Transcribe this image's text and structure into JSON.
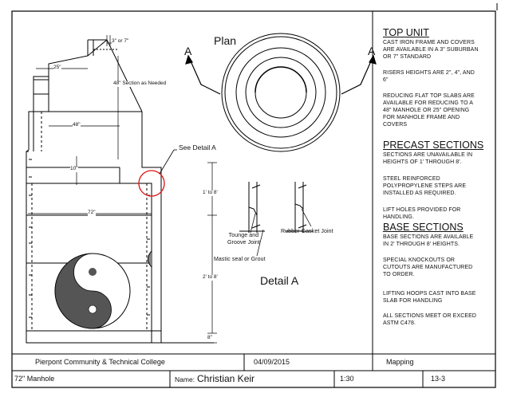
{
  "drawing": {
    "plan_label": "Plan",
    "section_mark_left": "A",
    "section_mark_right": "A",
    "detail_label": "Detail A",
    "see_detail": "See Detail A",
    "dims": {
      "top_offset": "3\" or 7\"",
      "top_width": "25\"",
      "cone_height": "48\" Section as Needed",
      "mid_width": "48\"",
      "riser": "10\"",
      "base_width": "72\"",
      "upper_range": "1' to 8'",
      "lower_range": "2' to 8'",
      "slab": "8\""
    },
    "callouts": {
      "tongue_groove": "Tounge and\nGroove Joint",
      "rubber_gasket": "Rubber Gasket Joint",
      "mastic": "Mastic seal or Grout"
    }
  },
  "notes": {
    "top_unit": {
      "title": "TOP UNIT",
      "n1": "CAST IRON FRAME AND COVERS\nARE AVAILABLE IN A 3\" SUBURBAN\nOR 7\" STANDARD",
      "n2": "RISERS HEIGHTS ARE 2\", 4\", AND\n6\"",
      "n3": "REDUCING FLAT TOP SLABS ARE\nAVAILABLE FOR REDUCING TO A\n48\" MANHOLE OR 25\" OPENING\nFOR MANHOLE FRAME AND\nCOVERS"
    },
    "precast": {
      "title": "PRECAST SECTIONS",
      "n1": "SECTIONS ARE UNAVAILABLE IN\nHEIGHTS OF 1' THROUGH 8'.",
      "n2": "STEEL REINFORCED\nPOLYPROPYLENE STEPS ARE\nINSTALLED AS REQUIRED.",
      "n3": "LIFT HOLES PROVIDED FOR\nHANDLING."
    },
    "base": {
      "title": "BASE SECTIONS",
      "n1": "BASE SECTIONS ARE AVAILABLE\nIN 2' THROUGH 8' HEIGHTS.",
      "n2": "SPECIAL KNOCKOUTS OR\nCUTOUTS ARE MANUFACTURED\nTO ORDER.",
      "n3": "LIFTING HOOPS CAST INTO BASE\nSLAB FOR HANDLING",
      "n4": "ALL SECTIONS MEET OR EXCEED\nASTM C478."
    }
  },
  "title_block": {
    "school": "Pierpont Community & Technical College",
    "date": "04/09/2015",
    "course": "Mapping",
    "title": "72\" Manhole",
    "name_label": "Name:",
    "name": "Christian Keir",
    "scale": "1:30",
    "sheet": "13-3"
  }
}
